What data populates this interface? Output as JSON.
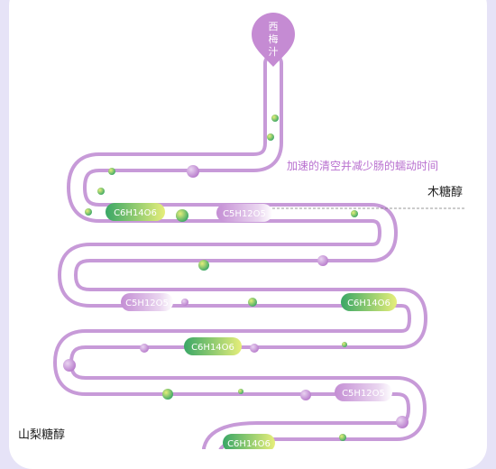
{
  "pin": {
    "line1": "西",
    "line2": "梅",
    "line3": "汁"
  },
  "annotation": "加速的清空并减少肠的蠕动时间",
  "labels": {
    "xylitol": "木糖醇",
    "sorbitol": "山梨糖醇"
  },
  "pills": [
    {
      "text": "C6H14O6",
      "style": "green-yellow"
    },
    {
      "text": "C5H12O5",
      "style": "purple-white"
    },
    {
      "text": "C5H12O5",
      "style": "purple-white"
    },
    {
      "text": "C6H14O6",
      "style": "green-yellow"
    },
    {
      "text": "C6H14O6",
      "style": "green-yellow"
    },
    {
      "text": "C5H12O5",
      "style": "purple-white"
    },
    {
      "text": "C6H14O6",
      "style": "green-yellow"
    }
  ],
  "colors": {
    "background": "#e6e3f7",
    "card": "#ffffff",
    "intestine": "#c79ad8",
    "pin": "#c58bd3",
    "annotation": "#b86fcf",
    "text": "#222222",
    "green": "#3aa766",
    "yellow": "#e6ee7a",
    "purple": "#c48ed4"
  }
}
